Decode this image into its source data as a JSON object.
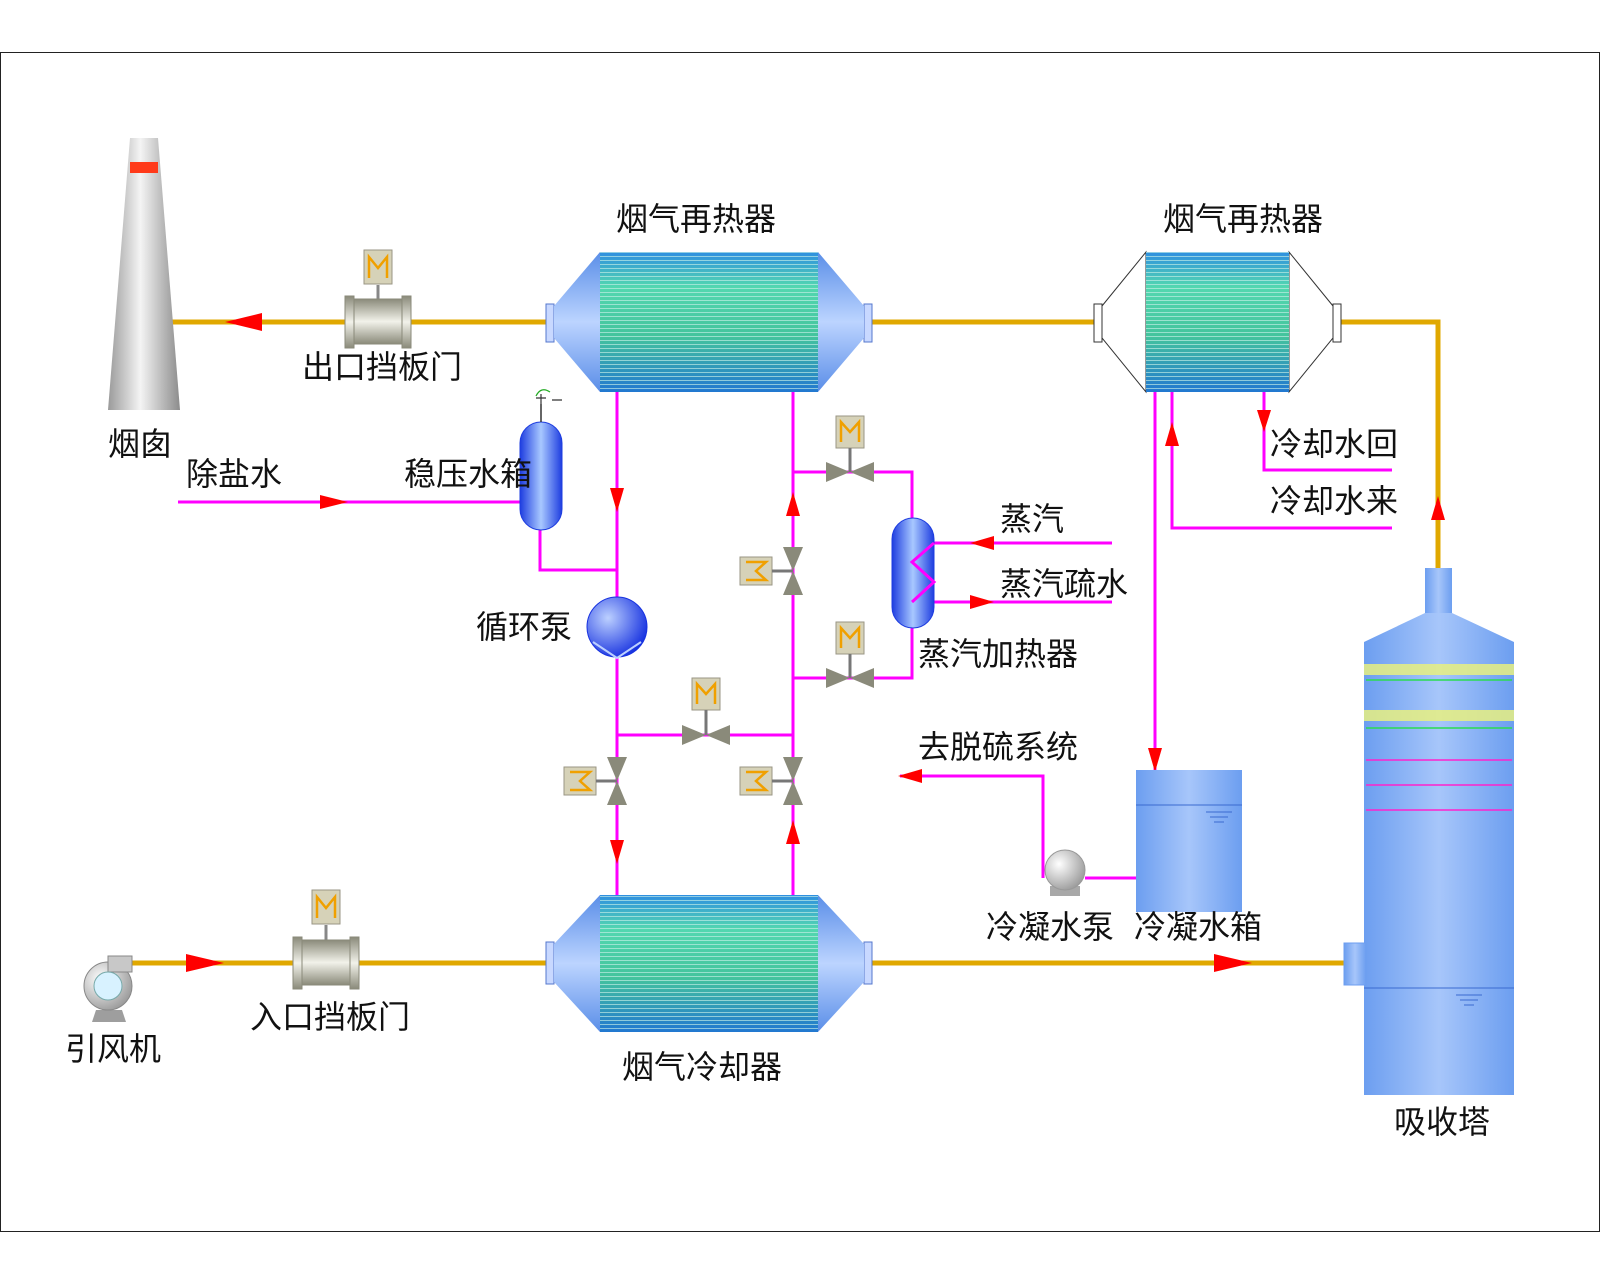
{
  "labels": {
    "chimney": "烟囱",
    "outlet_damper": "出口挡板门",
    "inlet_damper": "入口挡板门",
    "fan": "引风机",
    "reheater_left": "烟气再热器",
    "reheater_right": "烟气再热器",
    "gas_cooler": "烟气冷却器",
    "demineralized_water": "除盐水",
    "stabilizer_tank": "稳压水箱",
    "circ_pump": "循环泵",
    "steam": "蒸汽",
    "steam_drain": "蒸汽疏水",
    "steam_heater": "蒸汽加热器",
    "cooling_water_return": "冷却水回",
    "cooling_water_supply": "冷却水来",
    "to_desulfurization": "去脱硫系统",
    "condensate_pump": "冷凝水泵",
    "condensate_tank": "冷凝水箱",
    "absorber": "吸收塔"
  },
  "valve_letter": "M",
  "colors": {
    "flue_gas_line": "#E0A800",
    "water_line": "#FF00FF",
    "arrow_red": "#FF0000",
    "vessel_blue": "#7FA8F0",
    "exchanger_green": "#3CC0A0"
  }
}
